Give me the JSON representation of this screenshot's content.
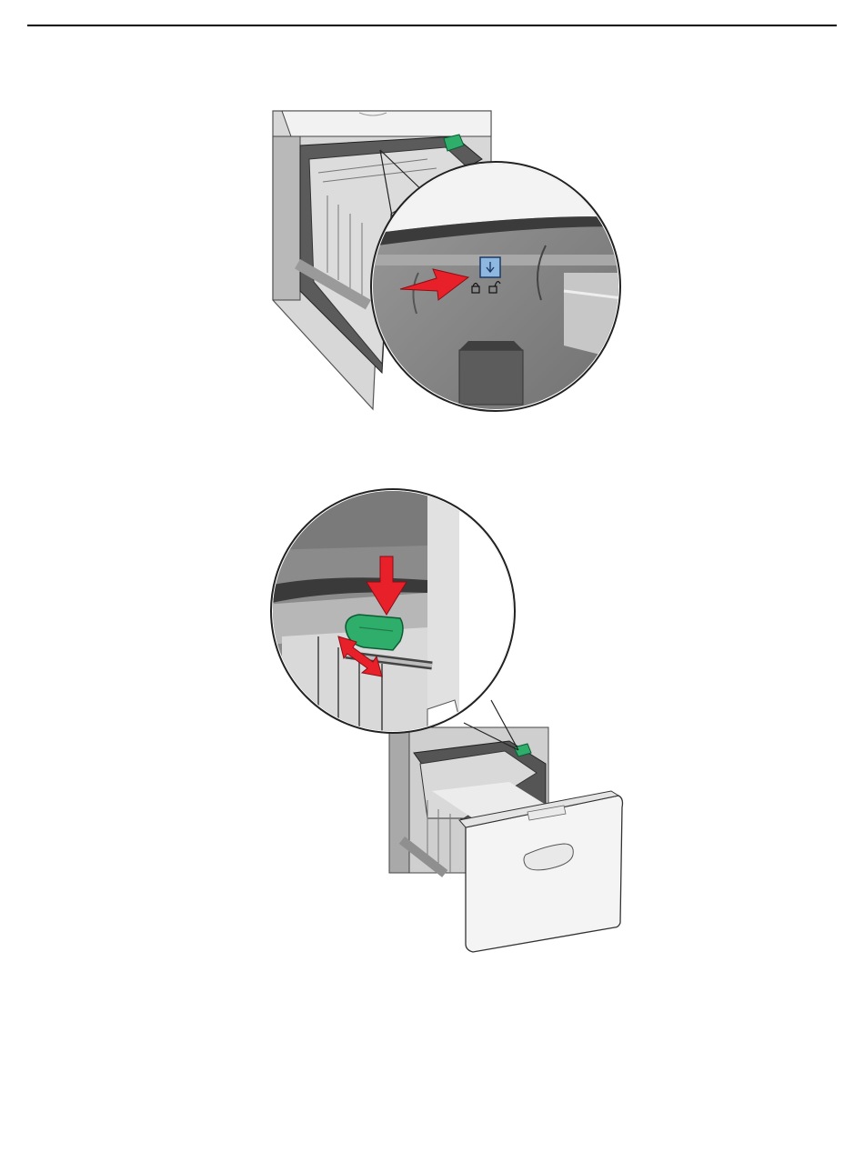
{
  "page": {
    "background": "#ffffff",
    "rule_color": "#000000"
  },
  "figures": [
    {
      "id": "figure-1",
      "description_icons": [
        "tray-interior",
        "magnifier-callout",
        "lock-slider",
        "red-arrow-right",
        "locked-icon",
        "unlocked-icon"
      ]
    },
    {
      "id": "figure-2",
      "description_icons": [
        "magnifier-callout",
        "green-guide-tab",
        "red-arrow-down",
        "red-arrow-bidirectional",
        "open-tray-drawer"
      ]
    }
  ],
  "colors": {
    "accent_red": "#e8202a",
    "guide_green": "#2fae6b",
    "lock_blue": "#8fb8e0",
    "tray_gray": "#8a8a8a"
  }
}
